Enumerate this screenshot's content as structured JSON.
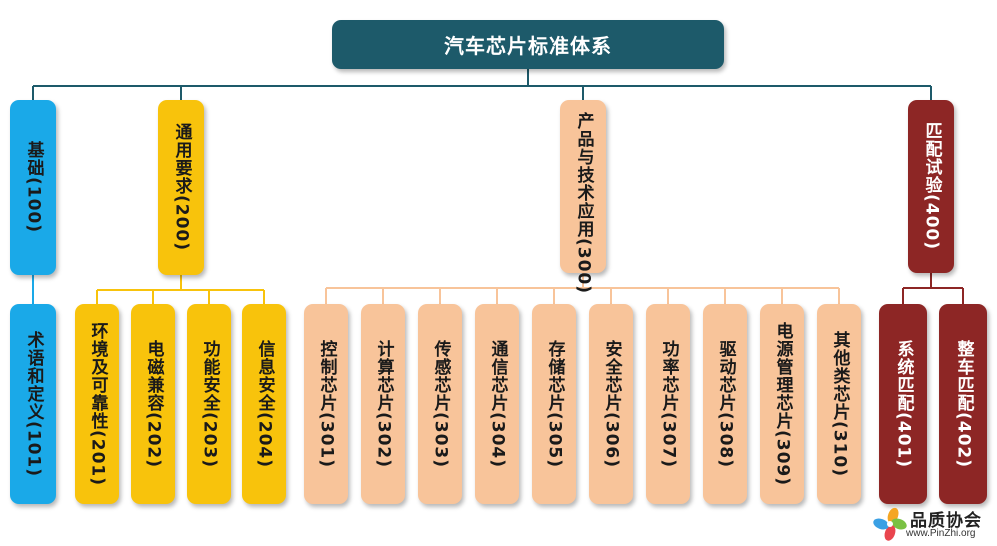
{
  "title": "汽车芯片标准体系",
  "categories": [
    {
      "label": "基础(100)",
      "children": [
        "术语和定义(101)"
      ]
    },
    {
      "label": "通用要求(200)",
      "children": [
        "环境及可靠性(201)",
        "电磁兼容(202)",
        "功能安全(203)",
        "信息安全(204)"
      ]
    },
    {
      "label": "产品与技术应用(300)",
      "children": [
        "控制芯片(301)",
        "计算芯片(302)",
        "传感芯片(303)",
        "通信芯片(304)",
        "存储芯片(305)",
        "安全芯片(306)",
        "功率芯片(307)",
        "驱动芯片(308)",
        "电源管理芯片(309)",
        "其他类芯片(310)"
      ]
    },
    {
      "label": "匹配试验(400)",
      "children": [
        "系统匹配(401)",
        "整车匹配(402)"
      ]
    }
  ],
  "watermark": {
    "name": "品质协会",
    "url": "www.PinZhi.org",
    "logo_icon": "pinwheel-icon"
  },
  "colors": {
    "root": "#1d5a6a",
    "basic": "#1aa9e8",
    "general": "#f8c30c",
    "product": "#f8c49a",
    "matching": "#8d2625",
    "connector_top": "#1d5a6a"
  }
}
